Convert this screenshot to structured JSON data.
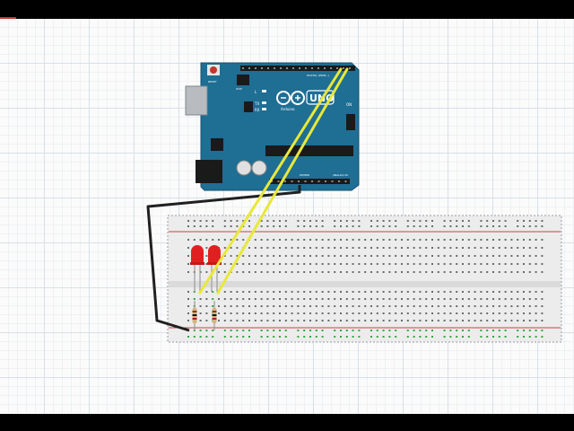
{
  "board": {
    "brand": "UNO",
    "maker": "Arduino",
    "reset_label": "RESET",
    "icsp_label": "ICSP",
    "digital_label": "DIGITAL (PWM~)",
    "analog_label": "ANALOG IN",
    "power_label": "POWER",
    "tx_label": "TX",
    "rx_label": "RX",
    "l_label": "L",
    "on_label": "ON"
  },
  "colors": {
    "board": "#1f6e94",
    "breadboard": "#ebebeb",
    "wire_yellow": "#e8e83a",
    "wire_black": "#202020",
    "led": "#e02020",
    "rail_red": "#d04040"
  },
  "components": [
    "arduino-uno",
    "breadboard",
    "led",
    "led",
    "resistor",
    "resistor"
  ]
}
